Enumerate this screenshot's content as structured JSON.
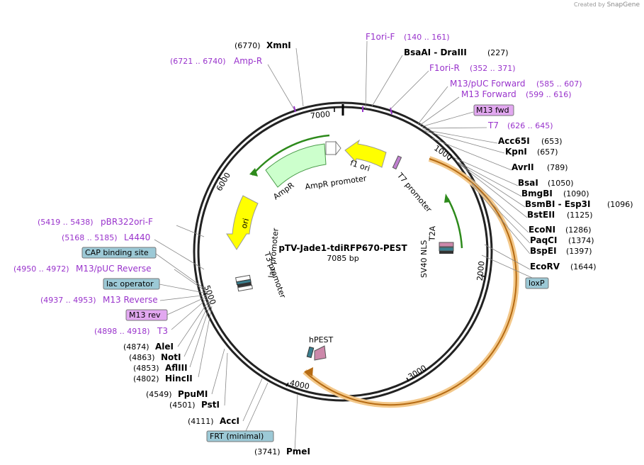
{
  "credit": {
    "prefix": "Created by",
    "brand": "SnapGene"
  },
  "plasmid": {
    "name": "pTV-Jade1-tdiRFP670-PEST",
    "size_label": "7085 bp",
    "length": 7085
  },
  "ticks": [
    "1000",
    "2000",
    "3000",
    "4000",
    "5000",
    "6000",
    "7000"
  ],
  "colors": {
    "primer": "#9933cc",
    "enzyme": "#000000",
    "range": "#444444",
    "featureBox": "#9cc9d6",
    "primerBox": "#e2a8f0"
  },
  "enzymes_right": [
    {
      "name": "BsaAI  -  DraIII",
      "pos": "(227)"
    },
    {
      "name": "Acc65I",
      "pos": "(653)"
    },
    {
      "name": "KpnI",
      "pos": "(657)"
    },
    {
      "name": "AvrII",
      "pos": "(789)"
    },
    {
      "name": "BsaI",
      "pos": "(1050)"
    },
    {
      "name": "BmgBI",
      "pos": "(1090)"
    },
    {
      "name": "BsmBI  -  Esp3I",
      "pos": "(1096)"
    },
    {
      "name": "BstEII",
      "pos": "(1125)"
    },
    {
      "name": "EcoNI",
      "pos": "(1286)"
    },
    {
      "name": "PaqCI",
      "pos": "(1374)"
    },
    {
      "name": "BspEI",
      "pos": "(1397)"
    },
    {
      "name": "EcoRV",
      "pos": "(1644)"
    }
  ],
  "enzymes_left": [
    {
      "name": "XmnI",
      "pos": "(6770)"
    },
    {
      "name": "AleI",
      "pos": "(4874)"
    },
    {
      "name": "NotI",
      "pos": "(4863)"
    },
    {
      "name": "AflIII",
      "pos": "(4853)"
    },
    {
      "name": "HincII",
      "pos": "(4802)"
    },
    {
      "name": "PpuMI",
      "pos": "(4549)"
    },
    {
      "name": "PstI",
      "pos": "(4501)"
    },
    {
      "name": "AccI",
      "pos": "(4111)"
    },
    {
      "name": "PmeI",
      "pos": "(3741)"
    }
  ],
  "primers_right": [
    {
      "name": "F1ori-F",
      "range": "(140 .. 161)"
    },
    {
      "name": "F1ori-R",
      "range": "(352 .. 371)"
    },
    {
      "name": "M13/pUC Forward",
      "range": "(585 .. 607)"
    },
    {
      "name": "M13 Forward",
      "range": "(599 .. 616)"
    },
    {
      "name": "T7",
      "range": "(626 .. 645)"
    }
  ],
  "primers_left": [
    {
      "name": "Amp-R",
      "range": "(6721 .. 6740)"
    },
    {
      "name": "pBR322ori-F",
      "range": "(5419 .. 5438)"
    },
    {
      "name": "L4440",
      "range": "(5168 .. 5185)"
    },
    {
      "name": "M13/pUC Reverse",
      "range": "(4950 .. 4972)"
    },
    {
      "name": "M13 Reverse",
      "range": "(4937 .. 4953)"
    },
    {
      "name": "T3",
      "range": "(4898 .. 4918)"
    }
  ],
  "boxes": {
    "m13fwd": "M13 fwd",
    "loxp": "loxP",
    "cap": "CAP binding site",
    "lacop": "lac operator",
    "m13rev": "M13 rev",
    "frt": "FRT (minimal)"
  },
  "features": {
    "f1ori": "f1 ori",
    "ampr": "AmpR",
    "ampr_promoter": "AmpR promoter",
    "ori": "ori",
    "lac_promoter": "lac promoter",
    "t3_promoter": "T3 promoter",
    "t7_promoter": "T7 promoter",
    "t2a": "T2A",
    "sv40nls": "SV40 NLS",
    "hpest": "hPEST"
  }
}
